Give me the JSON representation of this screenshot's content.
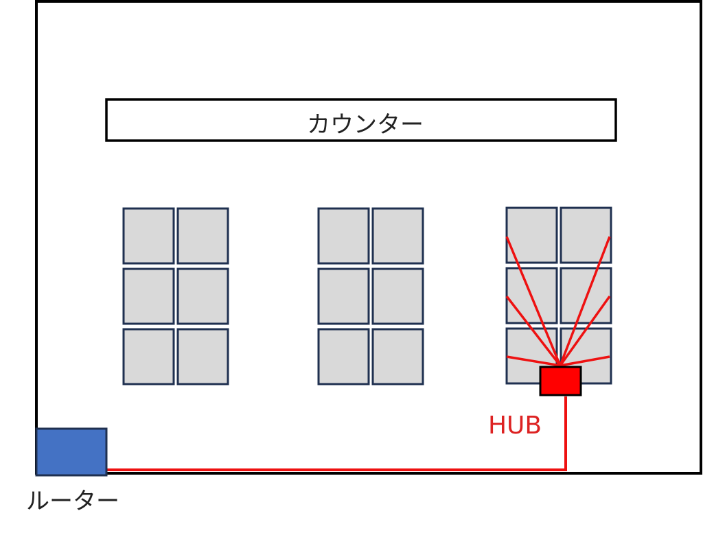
{
  "labels": {
    "counter": "カウンター",
    "hub": "HUB",
    "router": "ルーター"
  },
  "colors": {
    "room_border": "#000000",
    "counter_border": "#000000",
    "desk_fill": "#d9d9d9",
    "desk_border": "#1f3050",
    "cable": "#ee1111",
    "hub_fill": "#ff0000",
    "hub_border": "#000000",
    "router_fill": "#4472c4",
    "router_border": "#1f3050",
    "hub_label": "#dd2222",
    "text": "#222222"
  },
  "desk_groups": [
    {
      "name": "left",
      "rows": 3,
      "cols": 2
    },
    {
      "name": "center",
      "rows": 3,
      "cols": 2
    },
    {
      "name": "right",
      "rows": 3,
      "cols": 2
    }
  ]
}
